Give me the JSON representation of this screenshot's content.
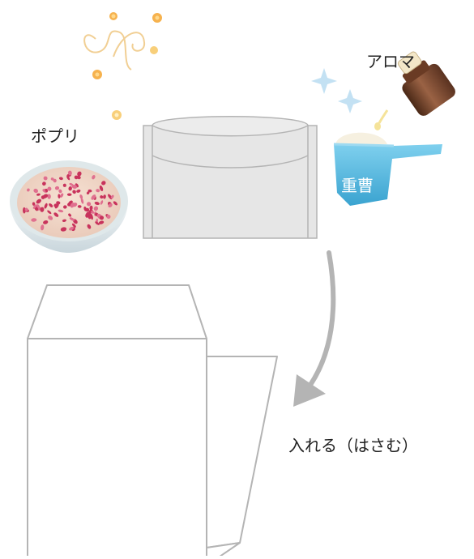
{
  "labels": {
    "potpourri": "ポプリ",
    "aroma": "アロマ",
    "baking_soda": "重曹",
    "insert_action": "入れる（はさむ）"
  },
  "icons": {
    "flowers": "flower-scent-icon",
    "bowl": "potpourri-bowl-icon",
    "bottle": "aroma-oil-bottle-icon",
    "scoop": "measuring-scoop-icon",
    "sparkle": "sparkle-icon",
    "bag": "mesh-bag-icon",
    "envelope": "envelope-icon",
    "arrow": "curved-arrow-icon"
  },
  "colors": {
    "flower": "#f3a84a",
    "flower_light": "#f7c96e",
    "scoop": "#5bbce0",
    "bottle": "#7b4a33",
    "sparkle": "#bfe0f2",
    "bag_fill": "#e4e4e4",
    "outline": "#b4b4b4",
    "potpourri": "#c8335c"
  }
}
